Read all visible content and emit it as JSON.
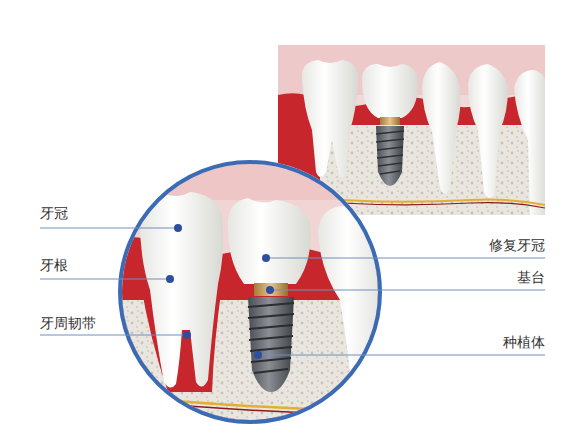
{
  "diagram": {
    "labels": [
      "牙冠",
      "牙根",
      "牙周韧带",
      "修复牙冠",
      "基台",
      "种植体"
    ]
  }
}
